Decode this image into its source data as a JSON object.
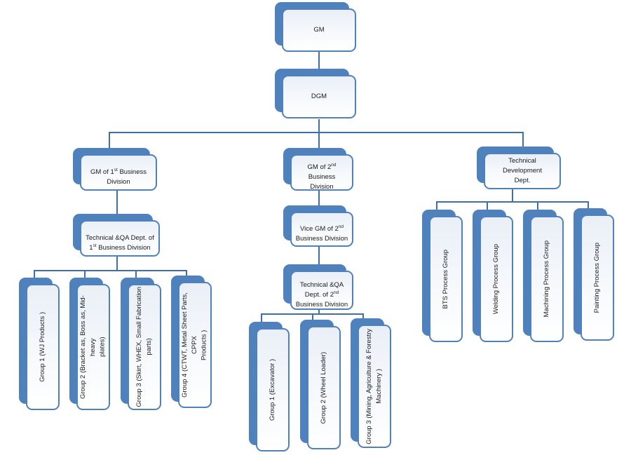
{
  "diagram": {
    "title": "Organization Chart",
    "colors": {
      "box_shadow": "#4f81bd",
      "box_border": "#4f81bd",
      "box_fill": "#eef2f8",
      "connector": "#3f6fa8",
      "text": "#1a1a1a",
      "background": "#ffffff"
    }
  },
  "nodes": {
    "gm": {
      "label": "GM"
    },
    "dgm": {
      "label": "DGM"
    },
    "gm_div1": {
      "label_pre": "GM of 1",
      "label_sup": "st",
      "label_post": " Business\nDivision"
    },
    "gm_div2": {
      "label_pre": "GM of 2",
      "label_sup": "nd",
      "label_post": " Business\nDivision"
    },
    "tech_dev_dept": {
      "label": "Technical Development\nDept."
    },
    "tech_qa_div1": {
      "label_pre": "Technical &QA Dept. of\n1",
      "label_sup": "st",
      "label_post": " Business Division"
    },
    "vice_gm_div2": {
      "label_pre": "Vice GM of 2",
      "label_sup": "nd",
      "label_post": "\nBusiness Division"
    },
    "tech_qa_div2": {
      "label_pre": "Technical &QA\nDept. of 2",
      "label_sup": "nd",
      "label_post": "\nBusiness Division"
    }
  },
  "div1_groups": [
    {
      "label": "Group 1  (WJ Products )"
    },
    {
      "label": "Group 2  (Bracket as, Boss as, Mid-heavy\nplates)"
    },
    {
      "label": "Group 3  (Skirt, WHEX, Small Fabrication\nparts)"
    },
    {
      "label": "Group 4  (CTWT, Metal Sheet Parts, CPPX\nProducts )"
    }
  ],
  "div2_groups": [
    {
      "label": "Group 1  (Excavator )"
    },
    {
      "label": "Group 2  (Wheel Loader)"
    },
    {
      "label": "Group 3  (Mining, Agriculture & Forestry\nMachinery )"
    }
  ],
  "process_groups": [
    {
      "label": "BTS  Process Group"
    },
    {
      "label": "Welding Process Group"
    },
    {
      "label": "Machining Process Group"
    },
    {
      "label": "Painting Process Group"
    }
  ]
}
